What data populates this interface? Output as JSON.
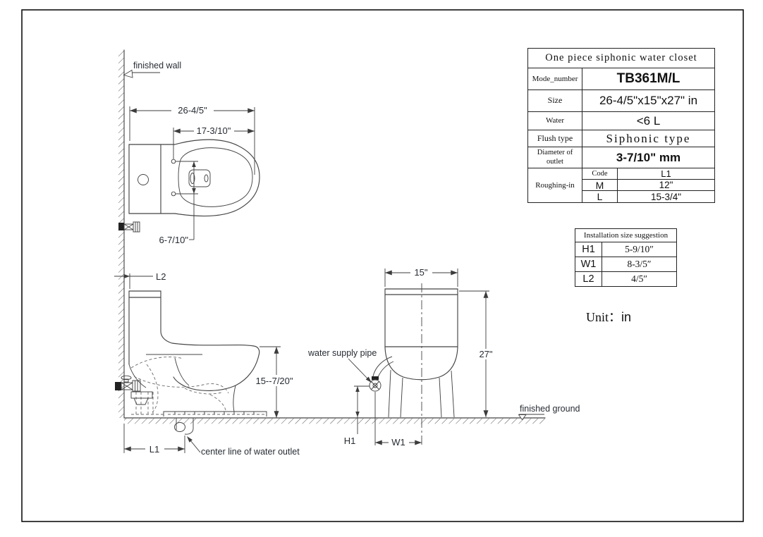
{
  "spec_table": {
    "header": "One piece siphonic water closet",
    "rows": [
      {
        "label": "Mode_number",
        "value": "TB361M/L"
      },
      {
        "label": "Size",
        "value": "26-4/5\"x15\"x27\" in"
      },
      {
        "label": "Water",
        "value": "<6  L"
      },
      {
        "label": "Flush type",
        "value": "Siphonic type"
      },
      {
        "label": "Diameter of outlet",
        "value": "3-7/10\" mm"
      }
    ],
    "roughing_in": {
      "label": "Roughing-in",
      "code_header": "Code",
      "l1_header": "L1",
      "rows": [
        {
          "code": "M",
          "l1": "12\""
        },
        {
          "code": "L",
          "l1": "15-3/4\""
        }
      ]
    }
  },
  "installation_table": {
    "header": "Installation size suggestion",
    "rows": [
      {
        "key": "H1",
        "value": "5-9/10″"
      },
      {
        "key": "W1",
        "value": "8-3/5″"
      },
      {
        "key": "L2",
        "value": "4/5″"
      }
    ]
  },
  "unit_note": {
    "label": "Unit：",
    "value": "in"
  },
  "annotations": {
    "finished_wall": "finished wall",
    "finished_ground": "finished ground",
    "water_supply_pipe": "water supply pipe",
    "center_line_of_water_outlet": "center line of water outlet"
  },
  "dimensions": {
    "top_view_overall_depth": "26-4/5\"",
    "top_view_bowl_length": "17-3/10\"",
    "top_view_bolt_spacing": "6-7/10\"",
    "side_view_wall_gap": "L2",
    "side_view_rim_height": "15--7/20\"",
    "side_view_roughing_distance": "L1",
    "front_view_width": "15\"",
    "front_view_overall_height": "27\"",
    "front_view_supply_height": "H1",
    "front_view_supply_offset": "W1"
  }
}
